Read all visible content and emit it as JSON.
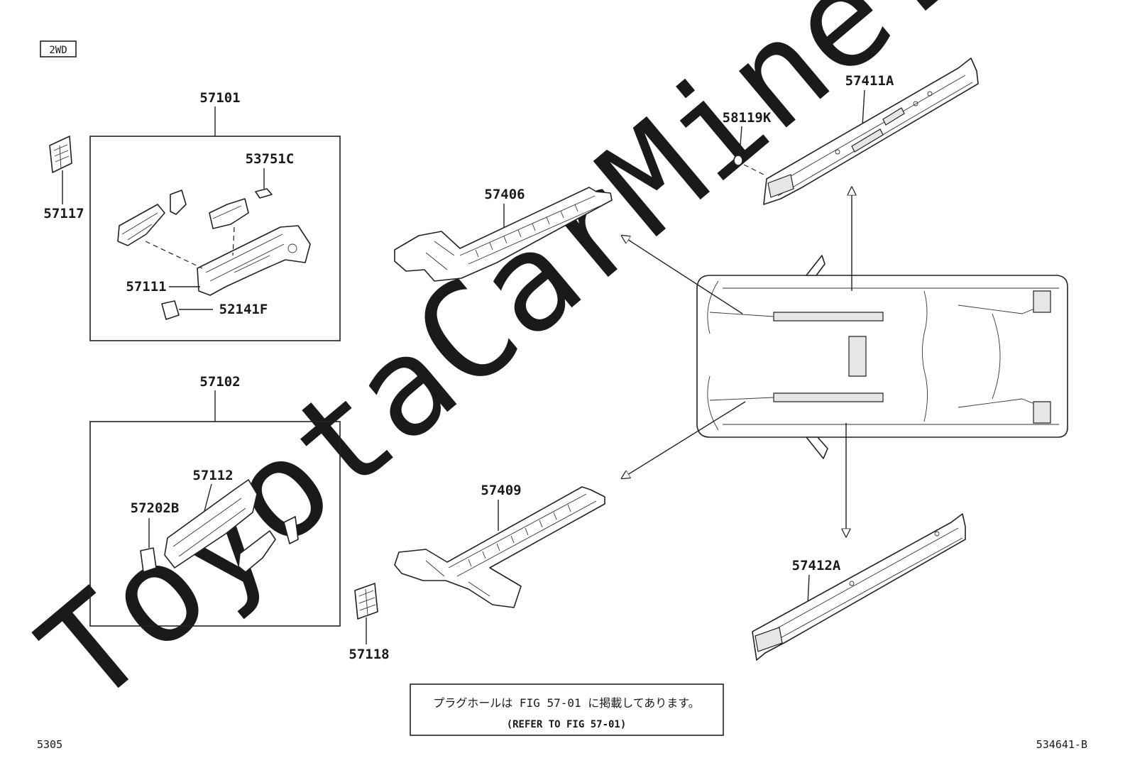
{
  "variant_tag": "2WD",
  "watermark": "ToyotaCarMine.ru",
  "page_number": "5305",
  "figure_code": "534641-B",
  "note": {
    "japanese": "プラグホールは FIG 57-01 に掲載してあります。",
    "english": "(REFER TO FIG 57-01)"
  },
  "parts": {
    "p57101": "57101",
    "p57117": "57117",
    "p53751C": "53751C",
    "p57111": "57111",
    "p52141F": "52141F",
    "p57102": "57102",
    "p57112": "57112",
    "p57202B": "57202B",
    "p57118": "57118",
    "p57406": "57406",
    "p57409": "57409",
    "p58119K": "58119K",
    "p57411A": "57411A",
    "p57412A": "57412A"
  }
}
